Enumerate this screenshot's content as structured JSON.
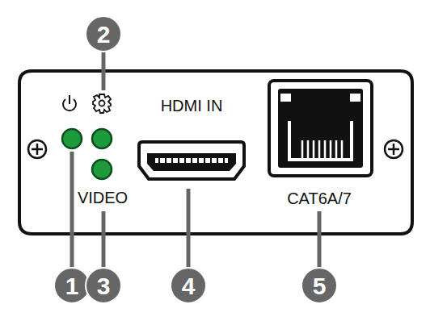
{
  "diagram": {
    "labels": [
      "2",
      "HDMI IN",
      "VIDEO",
      "CAT6A/7",
      "1",
      "3",
      "4",
      "5"
    ]
  }
}
